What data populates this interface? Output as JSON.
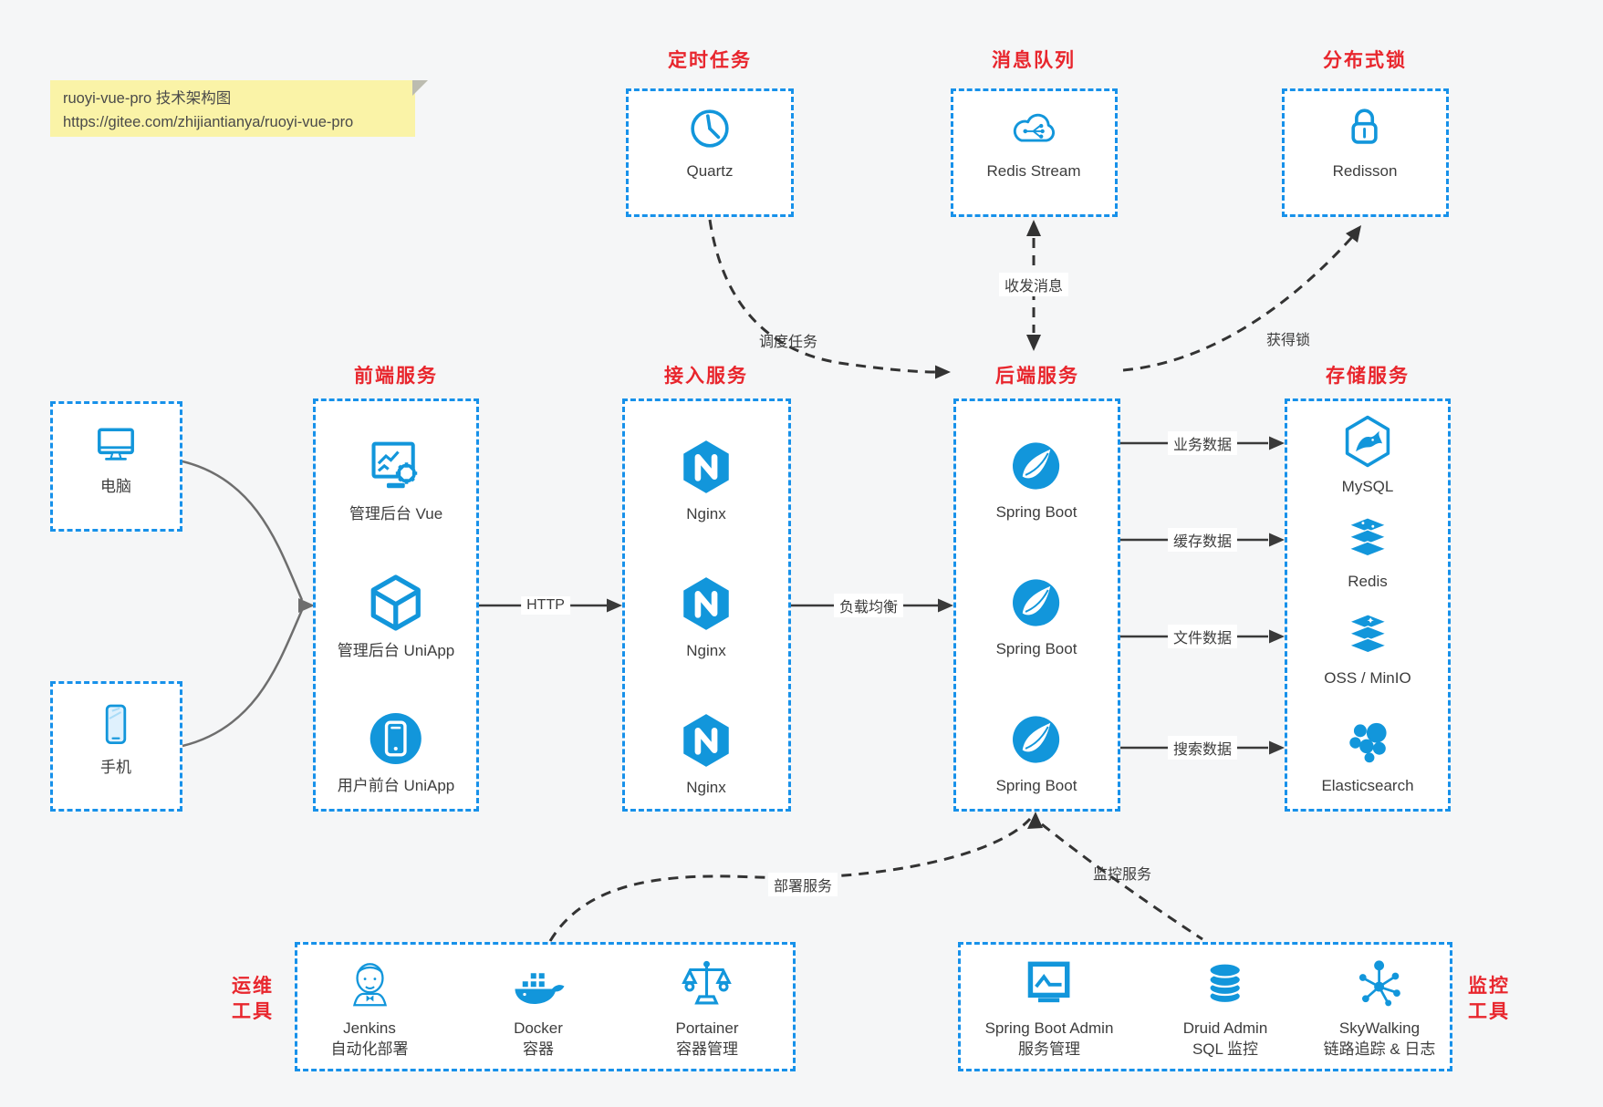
{
  "note": {
    "line1": "ruoyi-vue-pro 技术架构图",
    "line2": "https://gitee.com/zhijiantianya/ruoyi-vue-pro"
  },
  "colors": {
    "accent_icon": "#1296db",
    "accent_border": "#1791ea",
    "title_red": "#e8262d",
    "background": "#f5f6f7",
    "box_background": "#ffffff",
    "arrow_dark": "#3a3a3a",
    "note_background": "#faf3a7"
  },
  "top_groups": [
    {
      "title": "定时任务",
      "item": {
        "label": "Quartz",
        "icon": "clock-icon"
      }
    },
    {
      "title": "消息队列",
      "item": {
        "label": "Redis Stream",
        "icon": "cloud-network-icon"
      }
    },
    {
      "title": "分布式锁",
      "item": {
        "label": "Redisson",
        "icon": "lock-icon"
      }
    }
  ],
  "devices": [
    {
      "label": "电脑",
      "icon": "desktop-icon"
    },
    {
      "label": "手机",
      "icon": "phone-icon"
    }
  ],
  "main_groups": [
    {
      "title": "前端服务",
      "items": [
        {
          "label": "管理后台 Vue",
          "icon": "admin-vue-icon"
        },
        {
          "label": "管理后台 UniApp",
          "icon": "cube-icon"
        },
        {
          "label": "用户前台 UniApp",
          "icon": "user-app-icon"
        }
      ]
    },
    {
      "title": "接入服务",
      "items": [
        {
          "label": "Nginx",
          "icon": "nginx-icon"
        },
        {
          "label": "Nginx",
          "icon": "nginx-icon"
        },
        {
          "label": "Nginx",
          "icon": "nginx-icon"
        }
      ]
    },
    {
      "title": "后端服务",
      "items": [
        {
          "label": "Spring Boot",
          "icon": "spring-icon"
        },
        {
          "label": "Spring Boot",
          "icon": "spring-icon"
        },
        {
          "label": "Spring Boot",
          "icon": "spring-icon"
        }
      ]
    },
    {
      "title": "存储服务",
      "items": [
        {
          "label": "MySQL",
          "icon": "mysql-icon"
        },
        {
          "label": "Redis",
          "icon": "redis-stack-icon"
        },
        {
          "label": "OSS / MinIO",
          "icon": "oss-stack-icon"
        },
        {
          "label": "Elasticsearch",
          "icon": "elasticsearch-icon"
        }
      ]
    }
  ],
  "edges": {
    "http": "HTTP",
    "load_balance": "负载均衡",
    "data": [
      "业务数据",
      "缓存数据",
      "文件数据",
      "搜索数据"
    ],
    "schedule": "调度任务",
    "mq": "收发消息",
    "lock": "获得锁",
    "deploy": "部署服务",
    "monitor": "监控服务"
  },
  "bottom_groups": [
    {
      "side_label": [
        "运维",
        "工具"
      ],
      "items": [
        {
          "label": "Jenkins",
          "sub": "自动化部署",
          "icon": "jenkins-icon"
        },
        {
          "label": "Docker",
          "sub": "容器",
          "icon": "docker-icon"
        },
        {
          "label": "Portainer",
          "sub": "容器管理",
          "icon": "portainer-icon"
        }
      ]
    },
    {
      "side_label": [
        "监控",
        "工具"
      ],
      "items": [
        {
          "label": "Spring Boot Admin",
          "sub": "服务管理",
          "icon": "spring-boot-admin-icon"
        },
        {
          "label": "Druid Admin",
          "sub": "SQL 监控",
          "icon": "druid-icon"
        },
        {
          "label": "SkyWalking",
          "sub": "链路追踪 & 日志",
          "icon": "skywalking-icon"
        }
      ]
    }
  ]
}
